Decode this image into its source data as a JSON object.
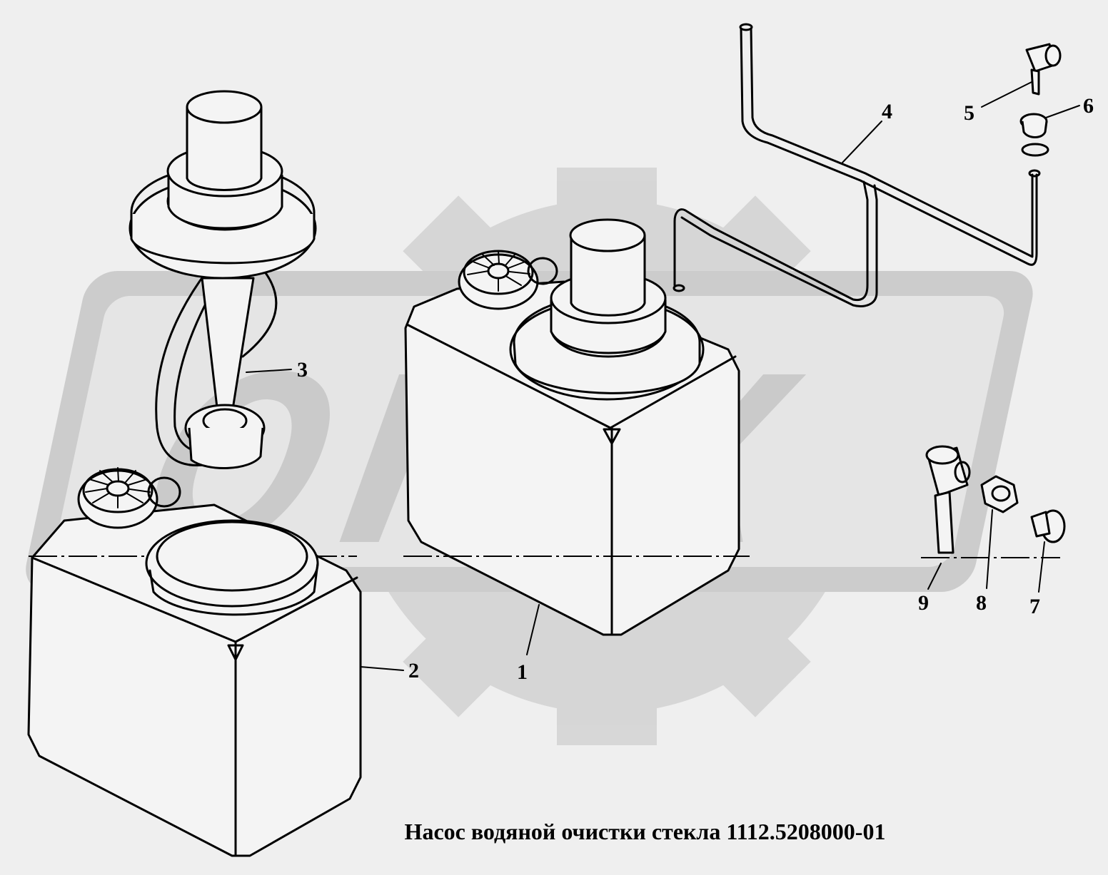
{
  "title": "Насос водяной очистки стекла 1112.5208000-01",
  "watermark": {
    "text": "OPEX",
    "color": "#c8c8c8"
  },
  "callouts": [
    {
      "id": "1",
      "label": "1"
    },
    {
      "id": "2",
      "label": "2"
    },
    {
      "id": "3",
      "label": "3"
    },
    {
      "id": "4",
      "label": "4"
    },
    {
      "id": "5",
      "label": "5"
    },
    {
      "id": "6",
      "label": "6"
    },
    {
      "id": "7",
      "label": "7"
    },
    {
      "id": "8",
      "label": "8"
    },
    {
      "id": "9",
      "label": "9"
    }
  ]
}
